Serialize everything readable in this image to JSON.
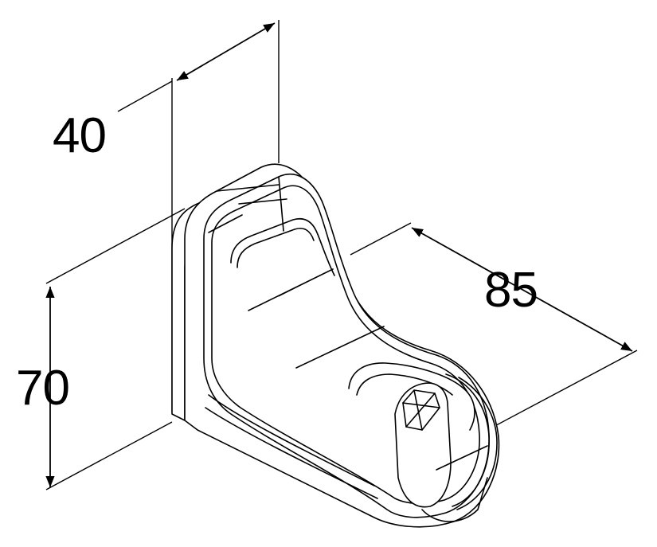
{
  "dimensions": {
    "depth": "40",
    "length": "85",
    "height": "70"
  },
  "colors": {
    "line": "#000000",
    "background": "#ffffff",
    "body_fill": "#ffffff"
  }
}
